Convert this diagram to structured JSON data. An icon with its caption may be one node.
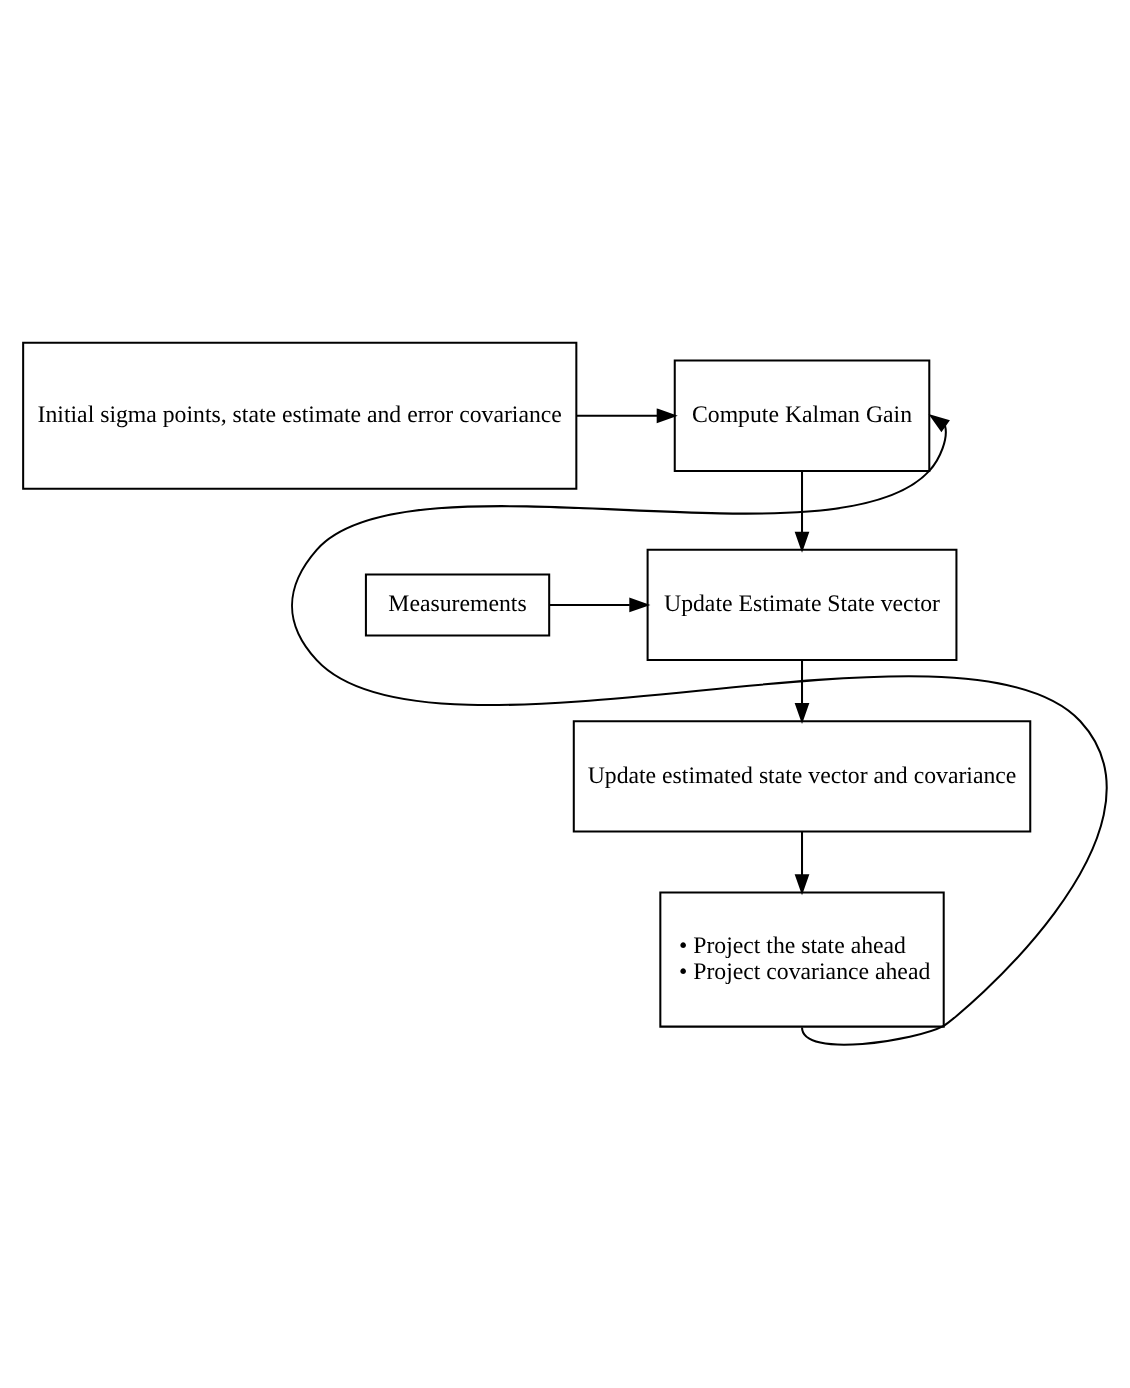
{
  "diagram": {
    "nodes": [
      {
        "text": [
          "Initial sigma points, state estimate and error covariance"
        ]
      },
      {
        "text": [
          "Compute Kalman Gain"
        ]
      },
      {
        "text": [
          "Measurements"
        ]
      },
      {
        "text": [
          "Update Estimate State vector"
        ]
      },
      {
        "text": [
          "Update estimated state vector and covariance"
        ]
      },
      {
        "text": [
          "• Project the state ahead",
          "• Project covariance ahead"
        ]
      }
    ],
    "edges": [
      {
        "from": 0,
        "to": 1,
        "arrow": "to"
      },
      {
        "from": 1,
        "to": 3,
        "arrow": "to"
      },
      {
        "from": 2,
        "to": 3,
        "arrow": "to"
      },
      {
        "from": 3,
        "to": 4,
        "arrow": "to"
      },
      {
        "from": 4,
        "to": 5,
        "arrow": "to"
      },
      {
        "from": 5,
        "to": 1,
        "arrow": "to"
      }
    ]
  }
}
